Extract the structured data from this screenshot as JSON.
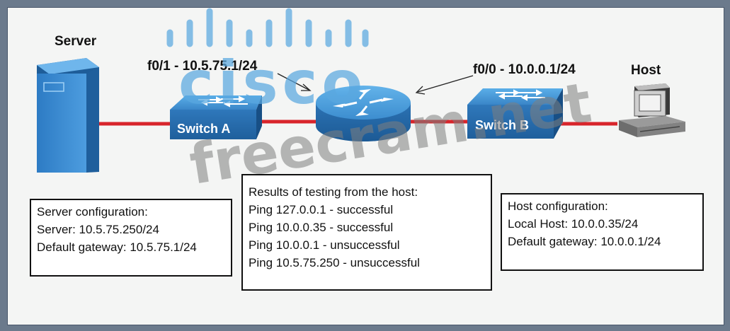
{
  "labels": {
    "server": "Server",
    "host": "Host",
    "f01": "f0/1 - 10.5.75.1/24",
    "f00": "f0/0 - 10.0.0.1/24",
    "switch_a": "Switch A",
    "switch_b": "Switch B"
  },
  "server_config": {
    "lines": [
      "Server configuration:",
      "Server: 10.5.75.250/24",
      "Default gateway: 10.5.75.1/24"
    ]
  },
  "test_results": {
    "lines": [
      "Results of testing from the host:",
      "Ping 127.0.0.1 - successful",
      "Ping 10.0.0.35 - successful",
      "Ping 10.0.0.1 - unsuccessful",
      "Ping 10.5.75.250 - unsuccessful"
    ]
  },
  "host_config": {
    "lines": [
      "Host configuration:",
      "Local Host: 10.0.0.35/24",
      "Default gateway: 10.0.0.1/24"
    ]
  },
  "watermarks": {
    "logo": "cisco",
    "site": "freecram.net"
  },
  "colors": {
    "link": "#d8252b",
    "device_blue": "#3f8ccf",
    "logo_blue": "#5aa8e0",
    "watermark_gray": "#7f7f7f"
  }
}
